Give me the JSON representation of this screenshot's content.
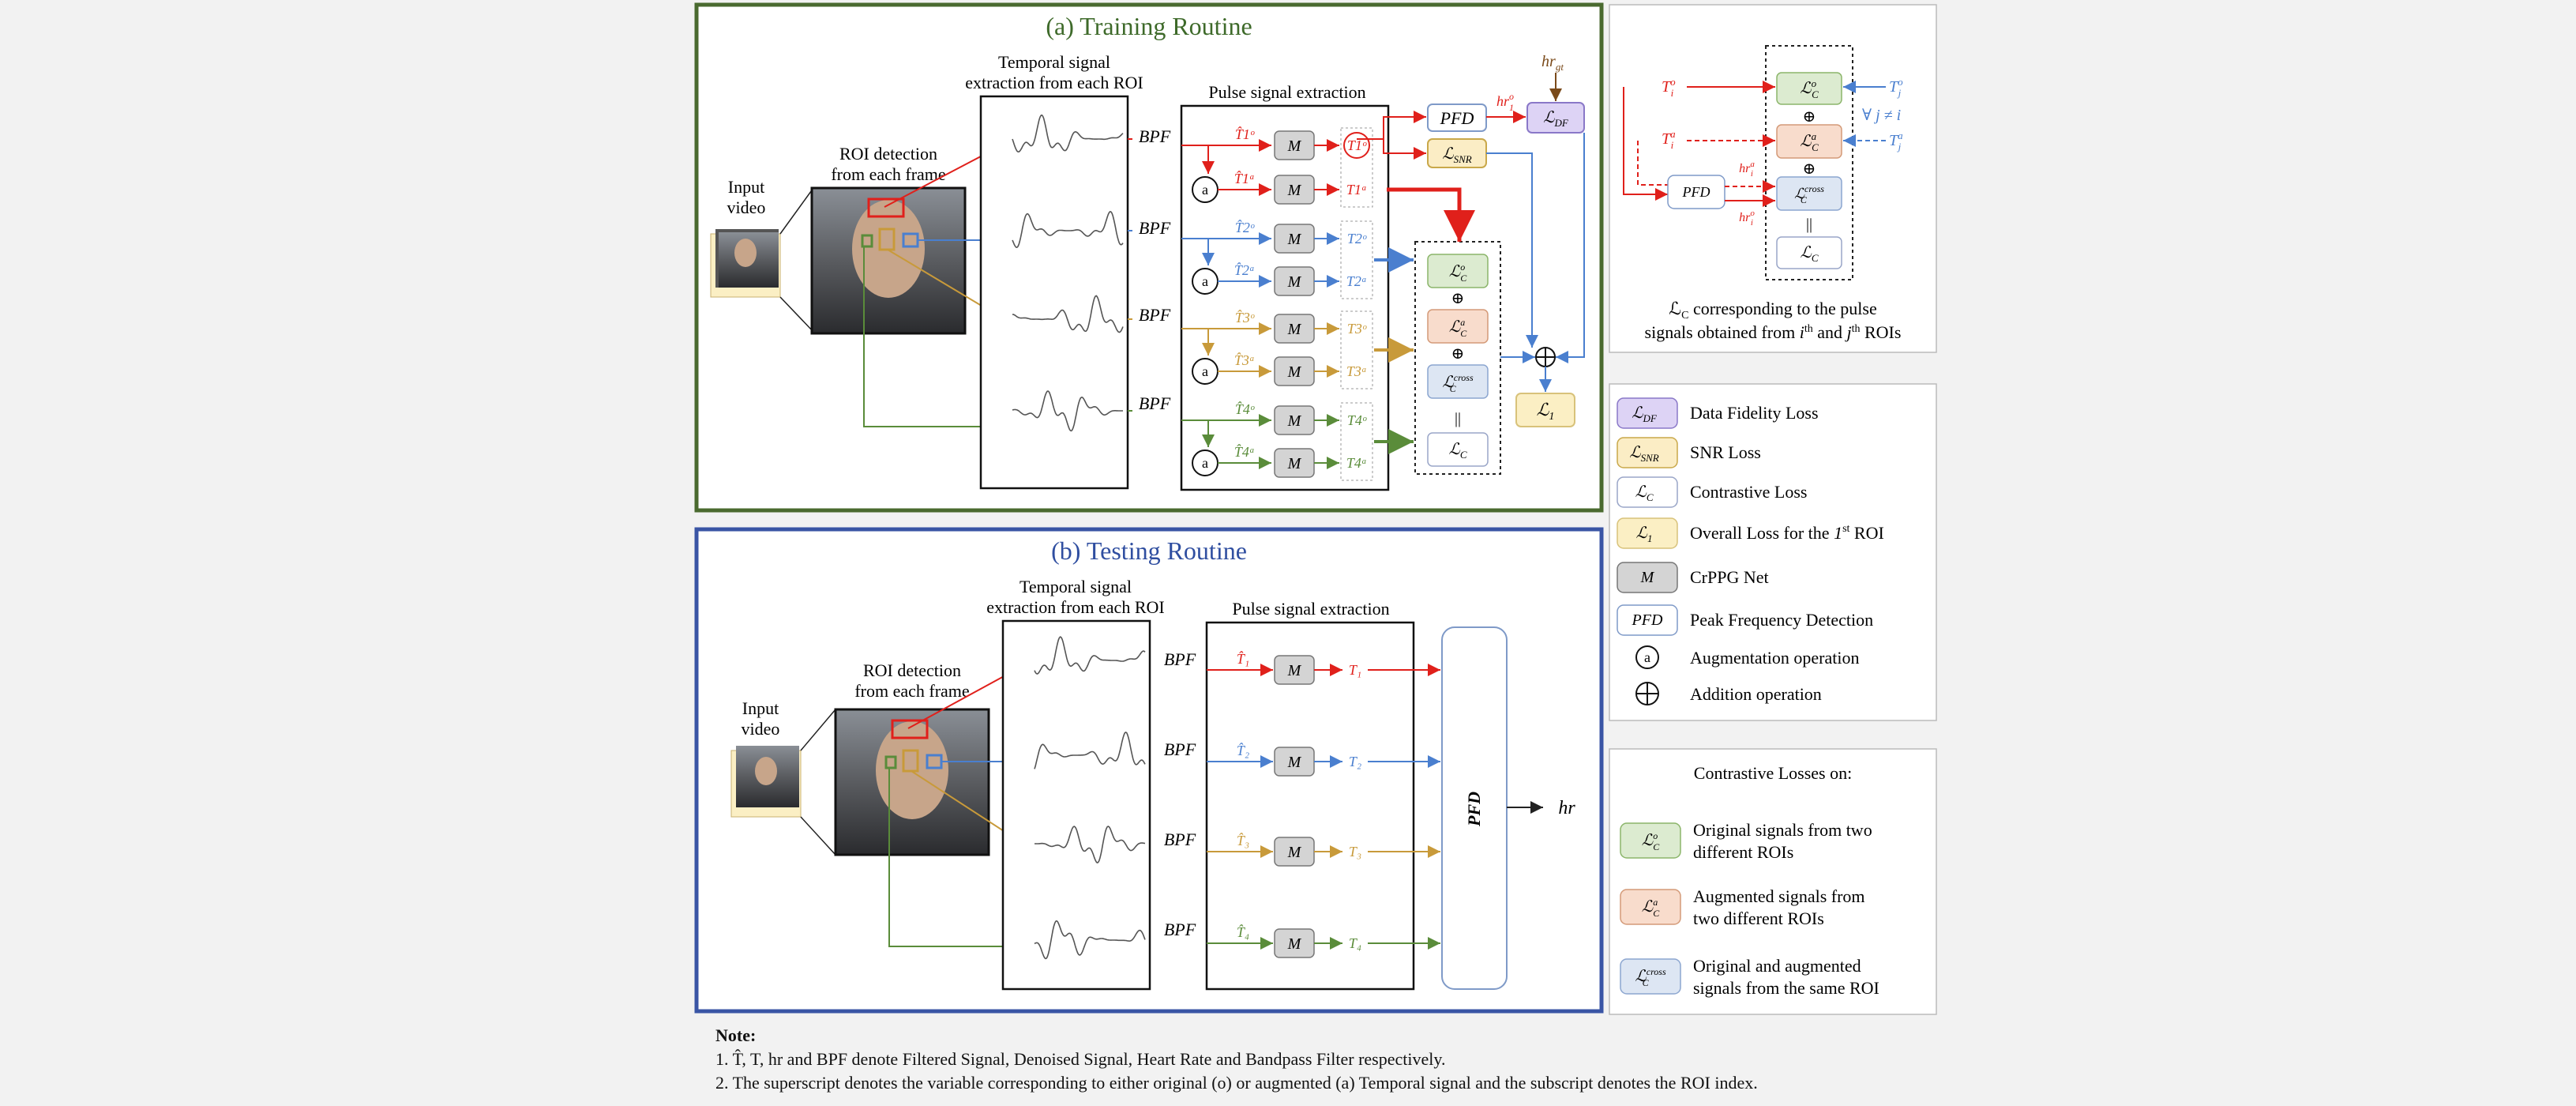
{
  "training": {
    "title": "(a) Training Routine",
    "input_label": [
      "Input",
      "video"
    ],
    "roi_label": [
      "ROI detection",
      "from each frame"
    ],
    "temporal_label": [
      "Temporal signal",
      "extraction from each ROI"
    ],
    "pulse_label": "Pulse signal extraction",
    "bpf": "BPF",
    "hr_gt": "hr_gt",
    "pfd": "PFD",
    "ldf": "L_DF",
    "lsnr": "L_SNR",
    "l1": "L_1",
    "m": "M",
    "aug": "a",
    "lc_o": "L_C^o",
    "lc_a": "L_C^a",
    "lc_cross": "L_C^cross",
    "lc": "L_C",
    "hr_o": "hr_1^o"
  },
  "testing": {
    "title": "(b) Testing Routine",
    "input_label": [
      "Input",
      "video"
    ],
    "roi_label": [
      "ROI detection",
      "from each frame"
    ],
    "temporal_label": [
      "Temporal signal",
      "extraction from each ROI"
    ],
    "pulse_label": "Pulse signal extraction",
    "bpf": "BPF",
    "pfd": "PFD",
    "hr": "hr",
    "m": "M"
  },
  "contrastive_box": {
    "caption": [
      "L_C corresponding to the pulse",
      "signals obtained from i^th and j^th ROIs"
    ],
    "forall": "∀ j ≠ i",
    "pfd": "PFD"
  },
  "legend": [
    {
      "symbol": "L_DF",
      "label": "Data Fidelity Loss",
      "fill": "#ddd3f5",
      "stroke": "#8a78c8"
    },
    {
      "symbol": "L_SNR",
      "label": "SNR Loss",
      "fill": "#fbedc5",
      "stroke": "#c9a84a"
    },
    {
      "symbol": "L_C",
      "label": "Contrastive Loss",
      "fill": "#ffffff",
      "stroke": "#9aa6c8"
    },
    {
      "symbol": "L_1",
      "label": "Overall Loss for the 1^st ROI",
      "fill": "#fbefc4",
      "stroke": "#d8c27a"
    },
    {
      "symbol": "M",
      "label": "CrPPG Net",
      "fill": "#d4d4d4",
      "stroke": "#777777"
    },
    {
      "symbol": "PFD",
      "label": "Peak Frequency Detection",
      "fill": "#ffffff",
      "stroke": "#7f9ac8"
    },
    {
      "symbol": "a",
      "label": "Augmentation operation",
      "fill": "#ffffff",
      "stroke": "#111111"
    },
    {
      "symbol": "⊕",
      "label": "Addition operation",
      "fill": "#ffffff",
      "stroke": "#111111"
    }
  ],
  "contrastive_legend": {
    "title": "Contrastive Losses on:",
    "items": [
      {
        "symbol": "L_C^o",
        "lines": [
          "Original signals from two",
          "different ROIs"
        ],
        "fill": "#dcebd0",
        "stroke": "#8bb56a"
      },
      {
        "symbol": "L_C^a",
        "lines": [
          "Augmented signals from",
          "two different ROIs"
        ],
        "fill": "#f8dccc",
        "stroke": "#d49a78"
      },
      {
        "symbol": "L_C^cross",
        "lines": [
          "Original and augmented",
          "signals from the same ROI"
        ],
        "fill": "#dde6f3",
        "stroke": "#8ca6d0"
      }
    ]
  },
  "note": {
    "title": "Note:",
    "line1": "1. T̂, T, hr and BPF denote Filtered Signal, Denoised Signal, Heart Rate and Bandpass Filter respectively.",
    "line2": "2. The superscript denotes the variable corresponding to either original (o) or augmented (a) Temporal signal and the subscript denotes the ROI index."
  },
  "colors": {
    "roi1": "#e0201b",
    "roi2": "#4a7fcf",
    "roi3": "#c89a3a",
    "roi4": "#5a8c3a",
    "training_border": "#4a6a2f",
    "testing_border": "#3a55a5",
    "title_training": "#3e6a2a",
    "title_testing": "#2f4ea0",
    "hr_gt": "#7a4a1a"
  }
}
